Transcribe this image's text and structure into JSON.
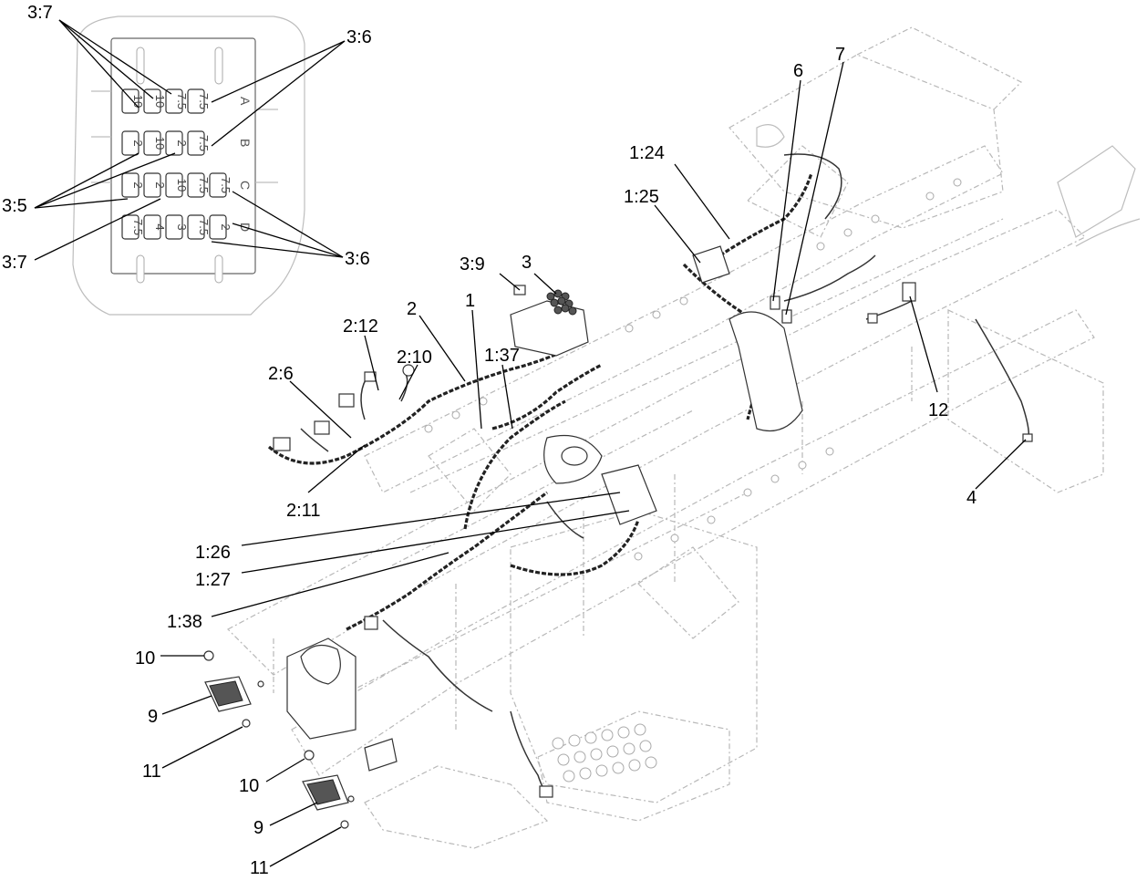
{
  "callouts": {
    "c_3_7_top": "3:7",
    "c_3_6_top": "3:6",
    "c_3_5": "3:5",
    "c_3_7_bot": "3:7",
    "c_3_6_bot": "3:6",
    "c_6": "6",
    "c_7": "7",
    "c_1_24": "1:24",
    "c_1_25": "1:25",
    "c_3": "3",
    "c_3_9": "3:9",
    "c_1": "1",
    "c_2": "2",
    "c_2_12": "2:12",
    "c_2_10": "2:10",
    "c_1_37": "1:37",
    "c_2_6": "2:6",
    "c_2_11": "2:11",
    "c_12": "12",
    "c_4": "4",
    "c_1_26": "1:26",
    "c_1_27": "1:27",
    "c_1_38": "1:38",
    "c_10_a": "10",
    "c_9_a": "9",
    "c_11_a": "11",
    "c_10_b": "10",
    "c_9_b": "9",
    "c_11_b": "11"
  },
  "fuse_block": {
    "row_labels": [
      "A",
      "B",
      "C",
      "D"
    ],
    "fuses": [
      [
        "10",
        "10",
        "7.5",
        "7.5"
      ],
      [
        "2",
        "10",
        "2",
        "7.5"
      ],
      [
        "2",
        "2",
        "10",
        "7.5",
        "7.5"
      ],
      [
        "7.5",
        "4",
        "3",
        "7.5",
        "2"
      ]
    ]
  }
}
